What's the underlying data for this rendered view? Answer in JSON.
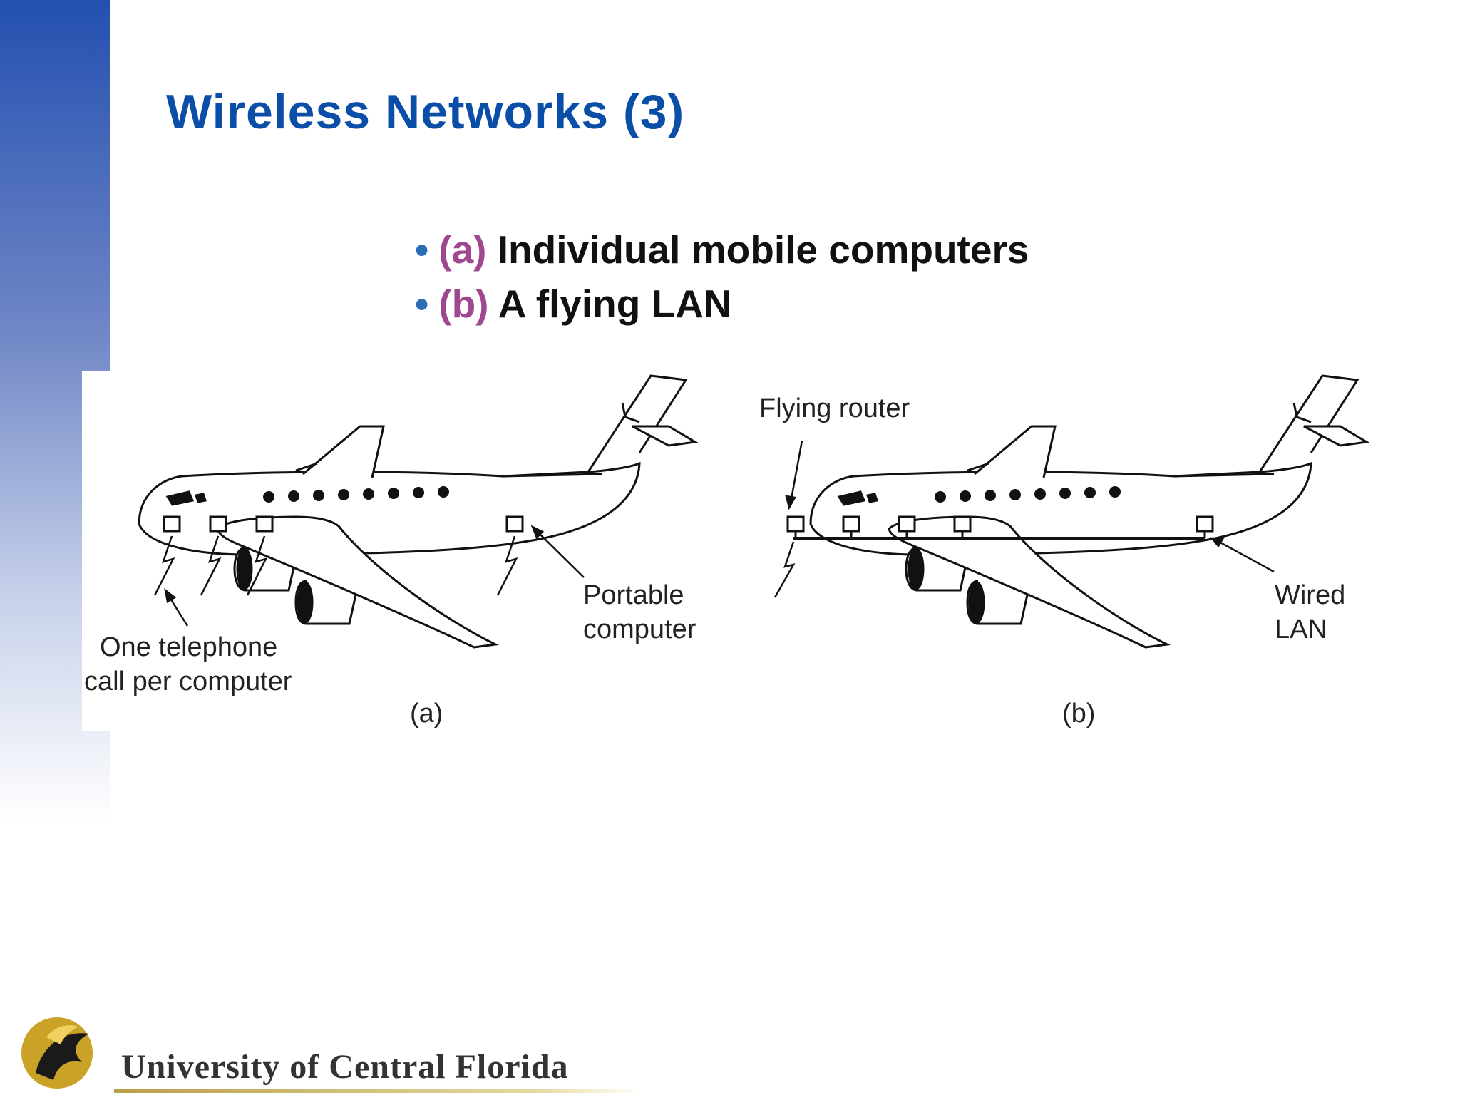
{
  "slide": {
    "title": "Wireless Networks (3)",
    "bullets": [
      {
        "tag": "(a)",
        "text": "Individual mobile computers"
      },
      {
        "tag": "(b)",
        "text": "A flying LAN"
      }
    ]
  },
  "figure": {
    "a": {
      "label_phone_line1": "One telephone",
      "label_phone_line2": "call per computer",
      "label_portable_line1": "Portable",
      "label_portable_line2": "computer",
      "caption": "(a)"
    },
    "b": {
      "label_router": "Flying router",
      "label_lan_line1": "Wired",
      "label_lan_line2": "LAN",
      "caption": "(b)"
    }
  },
  "footer": {
    "university": "University of Central Florida"
  },
  "colors": {
    "title": "#0a4ea8",
    "bullet_tag": "#a0488f",
    "bullet_dot": "#2b6db8"
  }
}
